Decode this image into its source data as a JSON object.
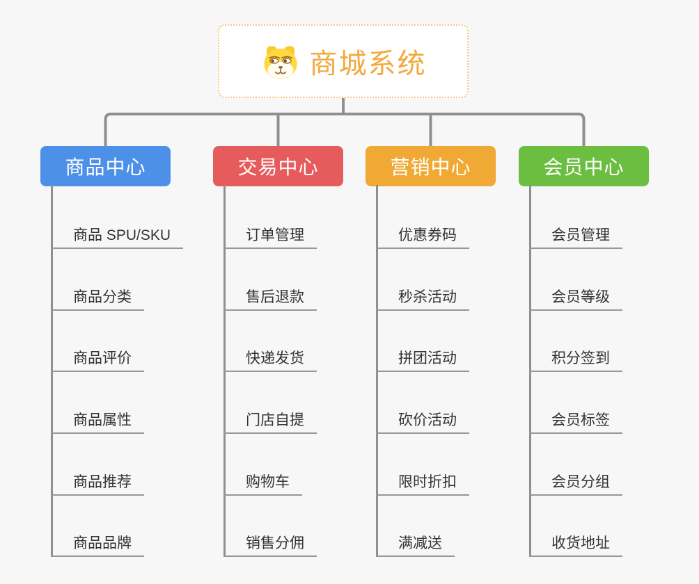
{
  "root": {
    "title": "商城系统",
    "icon": "dog-face-icon"
  },
  "colors": {
    "background": "#F7F7F7",
    "root_text": "#F2A93E",
    "root_border": "#F5C87E",
    "connector": "#8F8F8F",
    "child_underline": "#979797",
    "child_text": "#333333"
  },
  "branches": [
    {
      "title": "商品中心",
      "color": "#4D90E8",
      "items": [
        "商品 SPU/SKU",
        "商品分类",
        "商品评价",
        "商品属性",
        "商品推荐",
        "商品品牌"
      ]
    },
    {
      "title": "交易中心",
      "color": "#E65C5C",
      "items": [
        "订单管理",
        "售后退款",
        "快递发货",
        "门店自提",
        "购物车",
        "销售分佣"
      ]
    },
    {
      "title": "营销中心",
      "color": "#EFA934",
      "items": [
        "优惠券码",
        "秒杀活动",
        "拼团活动",
        "砍价活动",
        "限时折扣",
        "满减送"
      ]
    },
    {
      "title": "会员中心",
      "color": "#6CBE41",
      "items": [
        "会员管理",
        "会员等级",
        "积分签到",
        "会员标签",
        "会员分组",
        "收货地址"
      ]
    }
  ]
}
